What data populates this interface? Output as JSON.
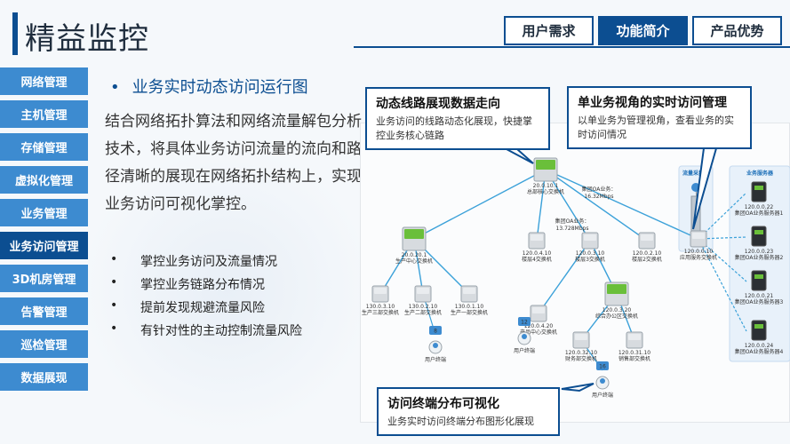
{
  "header": {
    "title": "精益监控"
  },
  "tabs": [
    {
      "label": "用户需求",
      "active": false
    },
    {
      "label": "功能简介",
      "active": true
    },
    {
      "label": "产品优势",
      "active": false
    }
  ],
  "sidebar": {
    "items": [
      {
        "label": "网络管理"
      },
      {
        "label": "主机管理"
      },
      {
        "label": "存储管理"
      },
      {
        "label": "虚拟化管理"
      },
      {
        "label": "业务管理"
      },
      {
        "label": "业务访问管理",
        "active": true
      },
      {
        "label": "3D机房管理"
      },
      {
        "label": "告警管理"
      },
      {
        "label": "巡检管理"
      },
      {
        "label": "数据展现"
      }
    ]
  },
  "main": {
    "bullet_symbol": "•",
    "headline": "业务实时动态访问运行图",
    "description": "结合网络拓扑算法和网络流量解包分析技术，将具体业务访问流量的流向和路径清晰的展现在网络拓扑结构上，实现业务访问可视化掌控。",
    "bullets": [
      "掌控业务访问及流量情况",
      "掌控业务链路分布情况",
      "提前发现规避流量风险",
      "有针对性的主动控制流量风险"
    ]
  },
  "callouts": [
    {
      "title": "动态线路展现数据走向",
      "desc": "业务访问的线路动态化展现，快捷掌控业务核心链路"
    },
    {
      "title": "单业务视角的实时访问管理",
      "desc": "以单业务为管理视角，查看业务的实时访问情况"
    },
    {
      "title": "访问终端分布可视化",
      "desc": "业务实时访问终端分布图形化展现"
    }
  ],
  "topology": {
    "zones": {
      "collector": "流量采集器",
      "servers": "业务服务器"
    },
    "flow_labels": [
      {
        "lines": [
          "集团OA业务：",
          "16.32Mbps"
        ]
      },
      {
        "lines": [
          "集团OA业务：",
          "13.728Mbps"
        ]
      }
    ],
    "nodes": [
      {
        "ip": "20.0.10.1",
        "name": "总部核心交换机"
      },
      {
        "ip": "20.0.20.1",
        "name": "生产中心交换机"
      },
      {
        "ip": "120.0.4.10",
        "name": "楼层4交换机"
      },
      {
        "ip": "120.0.3.10",
        "name": "楼层3交换机"
      },
      {
        "ip": "120.0.2.10",
        "name": "楼层2交换机"
      },
      {
        "ip": "120.0.0.10",
        "name": "应用服务交换机"
      },
      {
        "ip": "130.0.3.10",
        "name": "生产三部交换机"
      },
      {
        "ip": "130.0.2.10",
        "name": "生产二部交换机"
      },
      {
        "ip": "130.0.1.10",
        "name": "生产一部交换机"
      },
      {
        "ip": "120.0.4.20",
        "name": "产品中心交换机"
      },
      {
        "ip": "120.0.3.20",
        "name": "综合办公区交换机"
      },
      {
        "ip": "120.0.32.10",
        "name": "财务部交换机"
      },
      {
        "ip": "120.0.31.10",
        "name": "销售部交换机"
      }
    ],
    "servers": [
      {
        "ip": "120.0.0.22",
        "name": "集团OA业务服务器1"
      },
      {
        "ip": "120.0.0.23",
        "name": "集团OA业务服务器2"
      },
      {
        "ip": "120.0.0.21",
        "name": "集团OA业务服务器3"
      },
      {
        "ip": "120.0.0.24",
        "name": "集团OA业务服务器4"
      }
    ],
    "terminals": [
      {
        "badge": "8",
        "label": "用户终端"
      },
      {
        "badge": "12",
        "label": "用户终端"
      },
      {
        "badge": "16",
        "label": "用户终端"
      }
    ]
  },
  "colors": {
    "brand": "#0c4e91",
    "sidebar": "#3d8bd0",
    "link": "#3ba1d9",
    "switch": "#6abf3a"
  }
}
